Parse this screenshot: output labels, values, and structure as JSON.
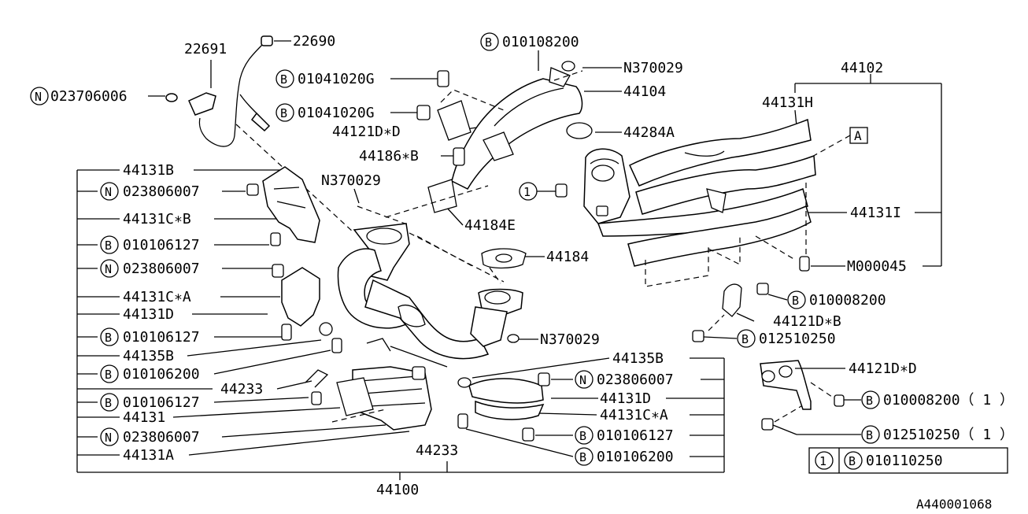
{
  "diagram": {
    "figure_id": "A440001068",
    "top_left": {
      "n023706006": "023706006",
      "p22691": "22691",
      "p22690": "22690"
    },
    "center_top": {
      "b010108200": "010108200",
      "n370029_a": "N370029",
      "b01041020g_1": "01041020G",
      "b01041020g_2": "01041020G",
      "p44104": "44104",
      "p44121d_d_1": "44121D∗D",
      "p44284a": "44284A",
      "p44186_b": "44186∗B",
      "n370029_b": "N370029",
      "p44184e": "44184E",
      "p44184": "44184",
      "n370029_c": "N370029",
      "callout_1": "1"
    },
    "left_group": {
      "items": [
        {
          "prefix": "",
          "text": "44131B"
        },
        {
          "prefix": "N",
          "text": "023806007"
        },
        {
          "prefix": "",
          "text": "44131C∗B"
        },
        {
          "prefix": "B",
          "text": "010106127"
        },
        {
          "prefix": "N",
          "text": "023806007"
        },
        {
          "prefix": "",
          "text": "44131C∗A"
        },
        {
          "prefix": "",
          "text": "44131D"
        },
        {
          "prefix": "B",
          "text": "010106127"
        },
        {
          "prefix": "",
          "text": "44135B"
        },
        {
          "prefix": "B",
          "text": "010106200"
        },
        {
          "prefix": "",
          "text": "44233"
        },
        {
          "prefix": "B",
          "text": "010106127"
        },
        {
          "prefix": "",
          "text": "44131"
        },
        {
          "prefix": "N",
          "text": "023806007"
        },
        {
          "prefix": "",
          "text": "44131A"
        }
      ],
      "bottom_44233": "44233",
      "assembly": "44100"
    },
    "right_lower_group": {
      "items": [
        {
          "prefix": "",
          "text": "44135B"
        },
        {
          "prefix": "N",
          "text": "023806007"
        },
        {
          "prefix": "",
          "text": "44131D"
        },
        {
          "prefix": "",
          "text": "44131C∗A"
        },
        {
          "prefix": "B",
          "text": "010106127"
        },
        {
          "prefix": "B",
          "text": "010106200"
        }
      ]
    },
    "right_group": {
      "p44102": "44102",
      "p44131h": "44131H",
      "box_a": "A",
      "p44131i": "44131I",
      "m000045": "M000045",
      "b010008200": "010008200",
      "p44121d_b": "44121D∗B",
      "b012510250": "012510250",
      "p44121d_d_2": "44121D∗D",
      "b010008200_qty": "010008200（ 1 ）",
      "b012510250_qty": "012510250（ 1 ）"
    },
    "legend": {
      "key": "1",
      "prefix": "B",
      "part": "010110250"
    }
  }
}
